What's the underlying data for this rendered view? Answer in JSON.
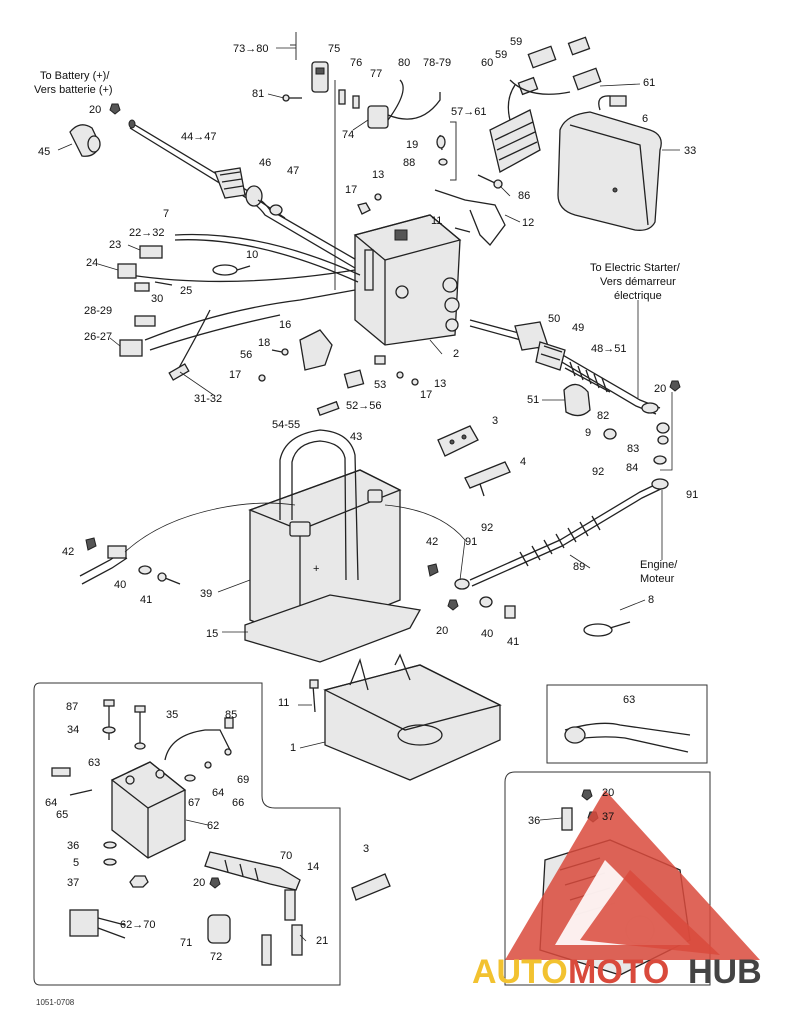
{
  "notes": {
    "battery_en": "To Battery (+)/",
    "battery_fr": "Vers batterie (+)",
    "starter_en": "To Electric Starter/",
    "starter_fr": "Vers démarreur",
    "starter_fr2": "électrique",
    "engine_en": "Engine/",
    "engine_fr": "Moteur"
  },
  "footer_code": "1051-0708",
  "watermark": {
    "part_a": "AUTO",
    "part_b": "MOTO",
    "part_c": "HUB"
  },
  "labels": {
    "l_73_80": "73→80",
    "l_75": "75",
    "l_76": "76",
    "l_77": "77",
    "l_80": "80",
    "l_78_79": "78-79",
    "l_81a": "81",
    "l_74": "74",
    "l_59a": "59",
    "l_59b": "59",
    "l_60": "60",
    "l_61": "61",
    "l_6": "6",
    "l_57_61": "57→61",
    "l_19": "19",
    "l_88": "88",
    "l_86": "86",
    "l_33": "33",
    "l_20a": "20",
    "l_45": "45",
    "l_44_47": "44→47",
    "l_46": "46",
    "l_47": "47",
    "l_17a": "17",
    "l_13a": "13",
    "l_11a": "11",
    "l_12": "12",
    "l_7": "7",
    "l_22_32": "22→32",
    "l_23": "23",
    "l_10": "10",
    "l_24": "24",
    "l_25": "25",
    "l_30": "30",
    "l_28_29": "28-29",
    "l_26_27": "26-27",
    "l_16": "16",
    "l_18": "18",
    "l_2": "2",
    "l_56": "56",
    "l_17b": "17",
    "l_53": "53",
    "l_13b": "13",
    "l_17c": "17",
    "l_31_32": "31-32",
    "l_52_56": "52→56",
    "l_54_55": "54-55",
    "l_50": "50",
    "l_49": "49",
    "l_48_51": "48→51",
    "l_51": "51",
    "l_20b": "20",
    "l_82": "82",
    "l_9": "9",
    "l_83": "83",
    "l_84": "84",
    "l_3a": "3",
    "l_4": "4",
    "l_92a": "92",
    "l_91a": "91",
    "l_43": "43",
    "l_42a": "42",
    "l_40a": "40",
    "l_41a": "41",
    "l_39": "39",
    "l_15": "15",
    "l_42b": "42",
    "l_91b": "91",
    "l_92b": "92",
    "l_89": "89",
    "l_20c": "20",
    "l_40b": "40",
    "l_41b": "41",
    "l_8": "8",
    "l_11b": "11",
    "l_1": "1",
    "l_63a": "63",
    "l_87": "87",
    "l_34": "34",
    "l_35": "35",
    "l_85": "85",
    "l_63b": "63",
    "l_64a": "64",
    "l_65": "65",
    "l_67": "67",
    "l_64b": "64",
    "l_69": "69",
    "l_66": "66",
    "l_62": "62",
    "l_36": "36",
    "l_5": "5",
    "l_37a": "37",
    "l_70": "70",
    "l_14": "14",
    "l_20d": "20",
    "l_3b": "3",
    "l_62_70": "62→70",
    "l_71": "71",
    "l_72": "72",
    "l_21": "21",
    "l_36b": "36",
    "l_20e": "20",
    "l_37b": "37"
  }
}
